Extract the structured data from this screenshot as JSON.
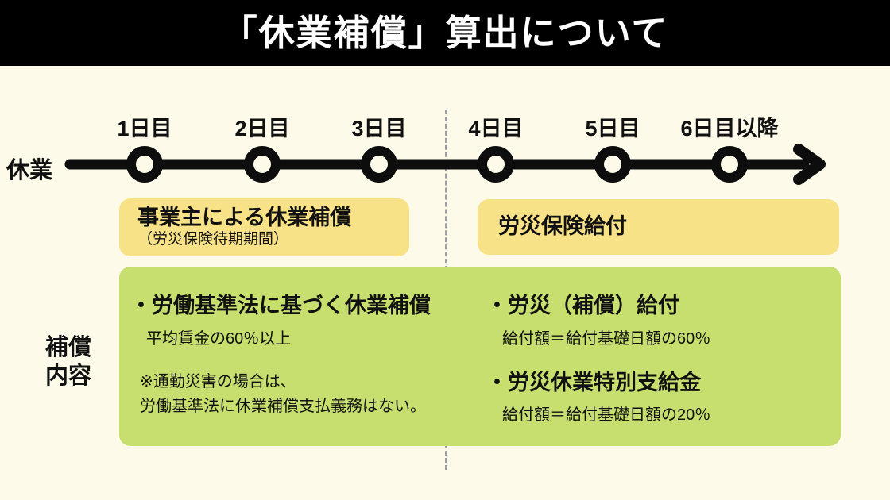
{
  "header": {
    "title": "「休業補償」算出について"
  },
  "timeline": {
    "axis_label": "休業",
    "days": [
      "1日目",
      "2日目",
      "3日目",
      "4日目",
      "5日目",
      "6日目以降"
    ]
  },
  "phases": {
    "employer": {
      "title": "事業主による休業補償",
      "subtitle": "（労災保険待期期間）"
    },
    "insurance": {
      "title": "労災保険給付"
    }
  },
  "compensation": {
    "label": "補償\n内容",
    "label_line1": "補償",
    "label_line2": "内容",
    "left": {
      "item_title": "・労働基準法に基づく休業補償",
      "item_detail": "平均賃金の60％以上",
      "note_line1": "※通勤災害の場合は、",
      "note_line2": "労働基準法に休業補償支払義務はない。"
    },
    "right": {
      "item1_title": "・労災（補償）給付",
      "item1_detail": "給付額＝給付基礎日額の60％",
      "item2_title": "・労災休業特別支給金",
      "item2_detail": "給付額＝給付基礎日額の20％"
    }
  },
  "colors": {
    "background": "#fdfae9",
    "header_bg": "#000000",
    "header_text": "#ffffff",
    "phase_box": "#f8e287",
    "compensation_box": "#c7df6e",
    "timeline": "#0d0d0d",
    "divider": "#9d9d9d"
  }
}
